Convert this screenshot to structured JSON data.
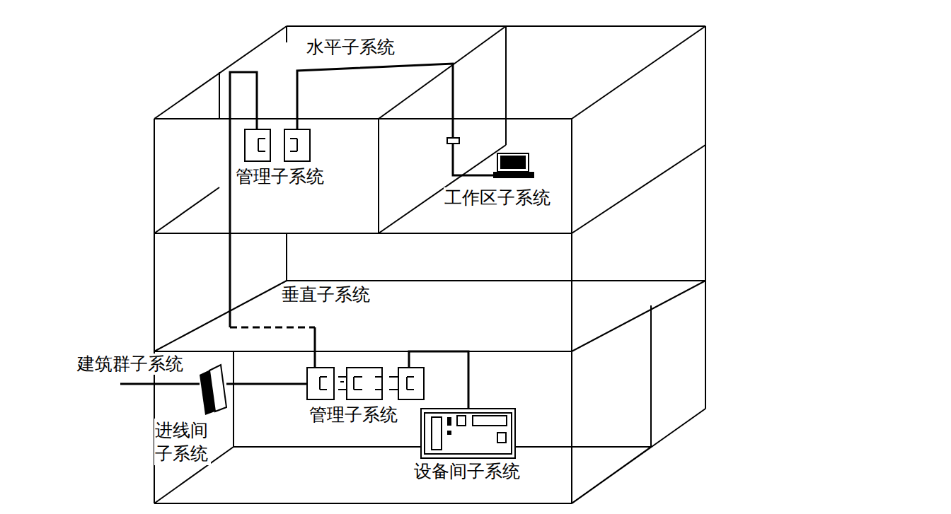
{
  "diagram": {
    "labels": [
      "水平子系统",
      "管理子系统",
      "工作区子系统",
      "垂直子系统",
      "建筑群子系统",
      "进线间子系统",
      "管理子系统",
      "设备间子系统"
    ]
  }
}
